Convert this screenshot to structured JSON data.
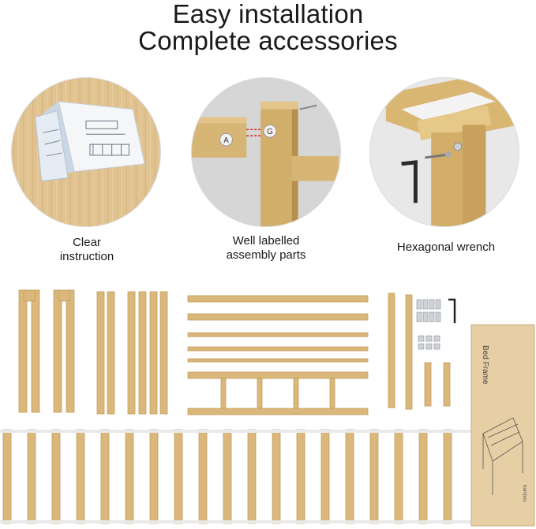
{
  "headline": {
    "line1": "Easy installation",
    "line2": "Complete accessories"
  },
  "features": [
    {
      "caption_line1": "Clear",
      "caption_line2": "instruction",
      "icon": "instruction-booklet-photo"
    },
    {
      "caption_line1": "Well labelled",
      "caption_line2": "assembly parts",
      "icon": "labelled-joint-photo",
      "label_a": "A",
      "label_b": "G"
    },
    {
      "caption_line1": "Hexagonal wrench",
      "caption_line2": "",
      "icon": "hex-wrench-photo"
    }
  ],
  "box": {
    "label": "Bed Frame",
    "brand": "bamboo"
  },
  "colors": {
    "bamboo": "#d9b878",
    "bamboo_dark": "#c49e5c",
    "background": "#ffffff"
  }
}
